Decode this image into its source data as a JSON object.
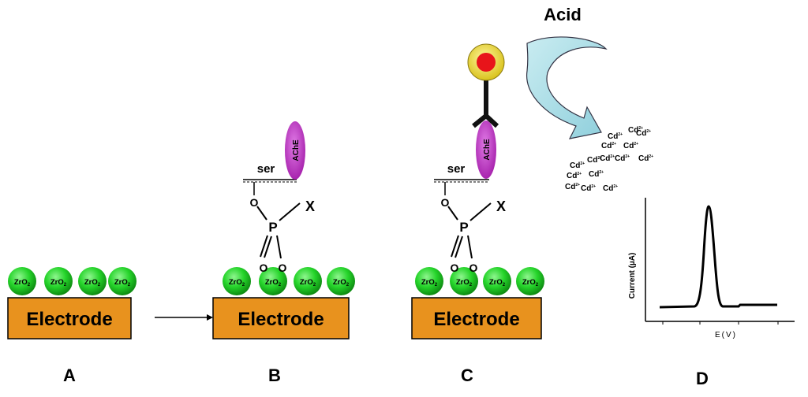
{
  "panels": {
    "a": {
      "label": "A",
      "electrode": "Electrode",
      "zro2": "ZrO2"
    },
    "b": {
      "label": "B",
      "electrode": "Electrode",
      "ser": "ser",
      "enzyme": "AChE",
      "x": "X",
      "p": "P",
      "o": "O"
    },
    "c": {
      "label": "C",
      "electrode": "Electrode",
      "ser": "ser",
      "enzyme": "AChE",
      "x": "X",
      "p": "P",
      "o": "O"
    },
    "d": {
      "label": "D",
      "ylabel": "Current (µA)",
      "xlabel": "E(V)"
    }
  },
  "acid_label": "Acid",
  "ion_label": "Cd",
  "ion_charge": "2+",
  "colors": {
    "electrode": "#e8921e",
    "zro2": "#25d42a",
    "enzyme": "#c23cc8",
    "arrow": "#a8dce6",
    "label_core": "#e8141a",
    "label_shell": "#f0e22a"
  }
}
